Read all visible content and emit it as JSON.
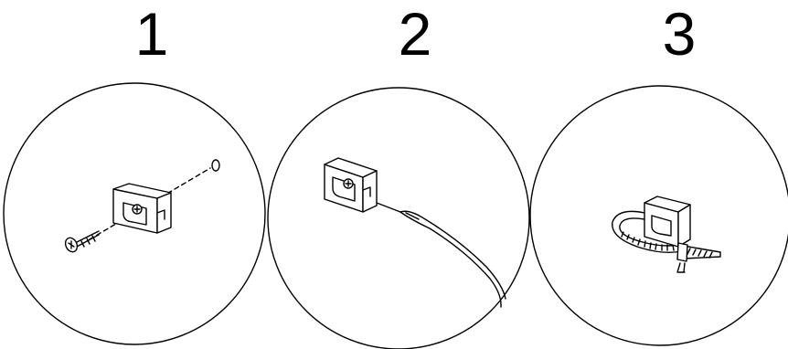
{
  "steps": [
    {
      "number": "1",
      "illustration": "screw-mount-clip"
    },
    {
      "number": "2",
      "illustration": "adhesive-mount-clip"
    },
    {
      "number": "3",
      "illustration": "cable-tie-through-clip"
    }
  ],
  "colors": {
    "line": "#000000",
    "background": "#ffffff"
  }
}
